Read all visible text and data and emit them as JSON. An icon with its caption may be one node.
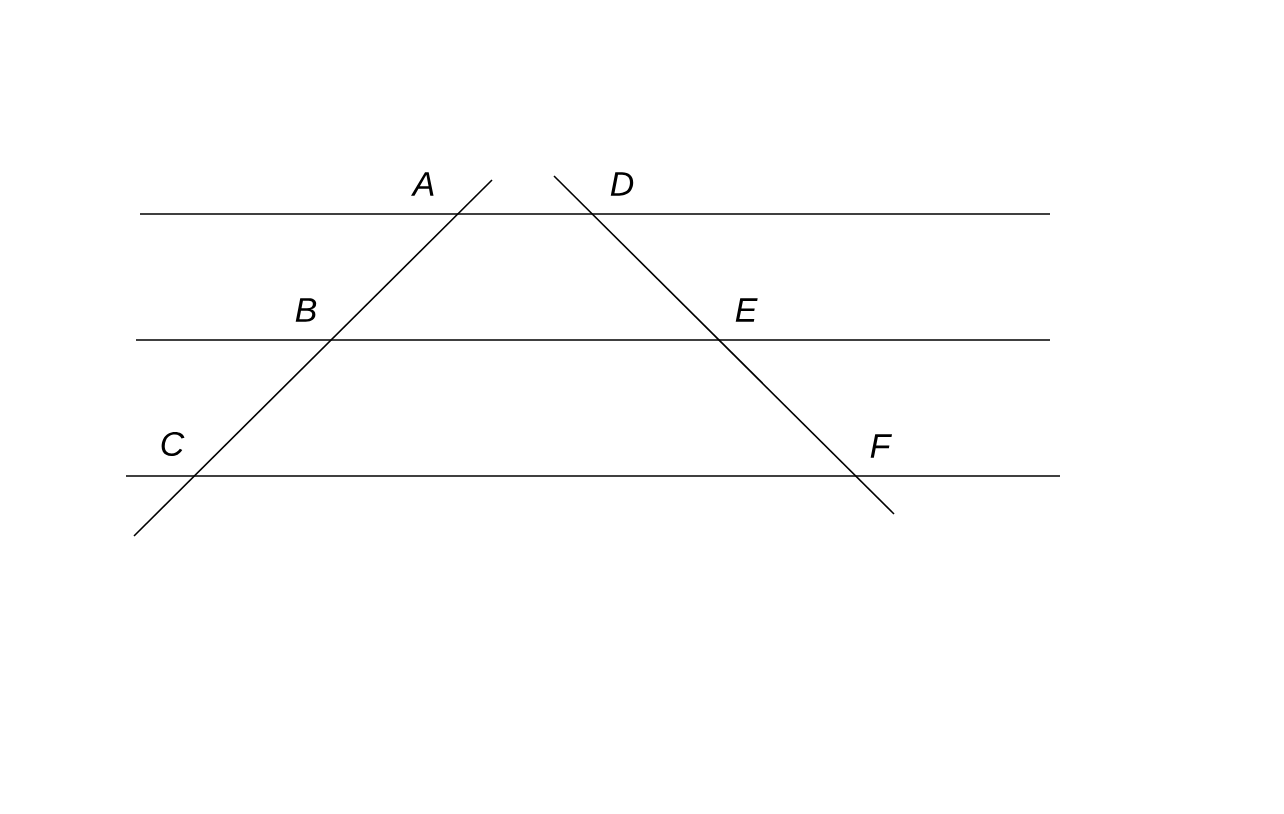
{
  "diagram": {
    "labels": [
      "A",
      "D",
      "B",
      "E",
      "C",
      "F"
    ]
  }
}
